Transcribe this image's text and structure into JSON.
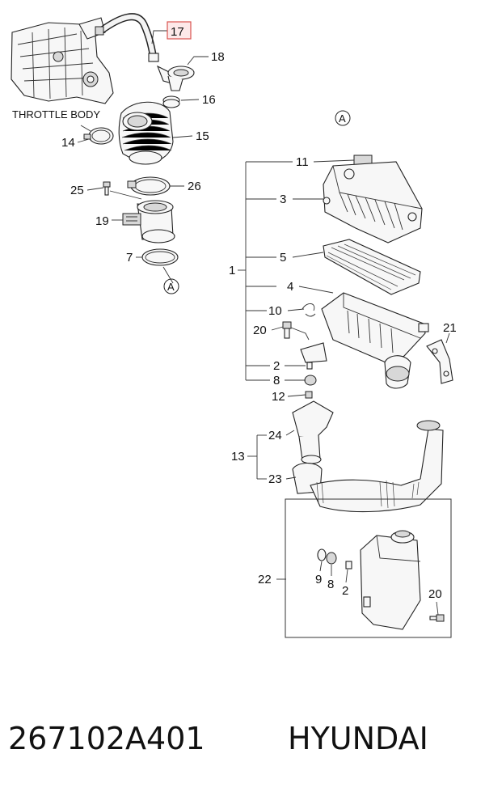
{
  "labels": {
    "throttle_body": "THROTTLE BODY",
    "c17": "17",
    "c18": "18",
    "c16": "16",
    "c15": "15",
    "c14": "14",
    "c26": "26",
    "c25": "25",
    "c19": "19",
    "c7": "7",
    "ref_a_left": "A",
    "ref_a_right": "A",
    "c11": "11",
    "c3": "3",
    "c1": "1",
    "c5": "5",
    "c4": "4",
    "c10": "10",
    "c20a": "20",
    "c21": "21",
    "c2a": "2",
    "c8a": "8",
    "c12": "12",
    "c24": "24",
    "c13": "13",
    "c23": "23",
    "c22": "22",
    "c9": "9",
    "c8b": "8",
    "c2b": "2",
    "c20b": "20"
  },
  "footer": {
    "part_number": "267102A401",
    "brand": "HYUNDAI"
  },
  "colors": {
    "highlight_border": "#d9534f",
    "highlight_fill": "#fde9e9",
    "ink": "#222222"
  }
}
